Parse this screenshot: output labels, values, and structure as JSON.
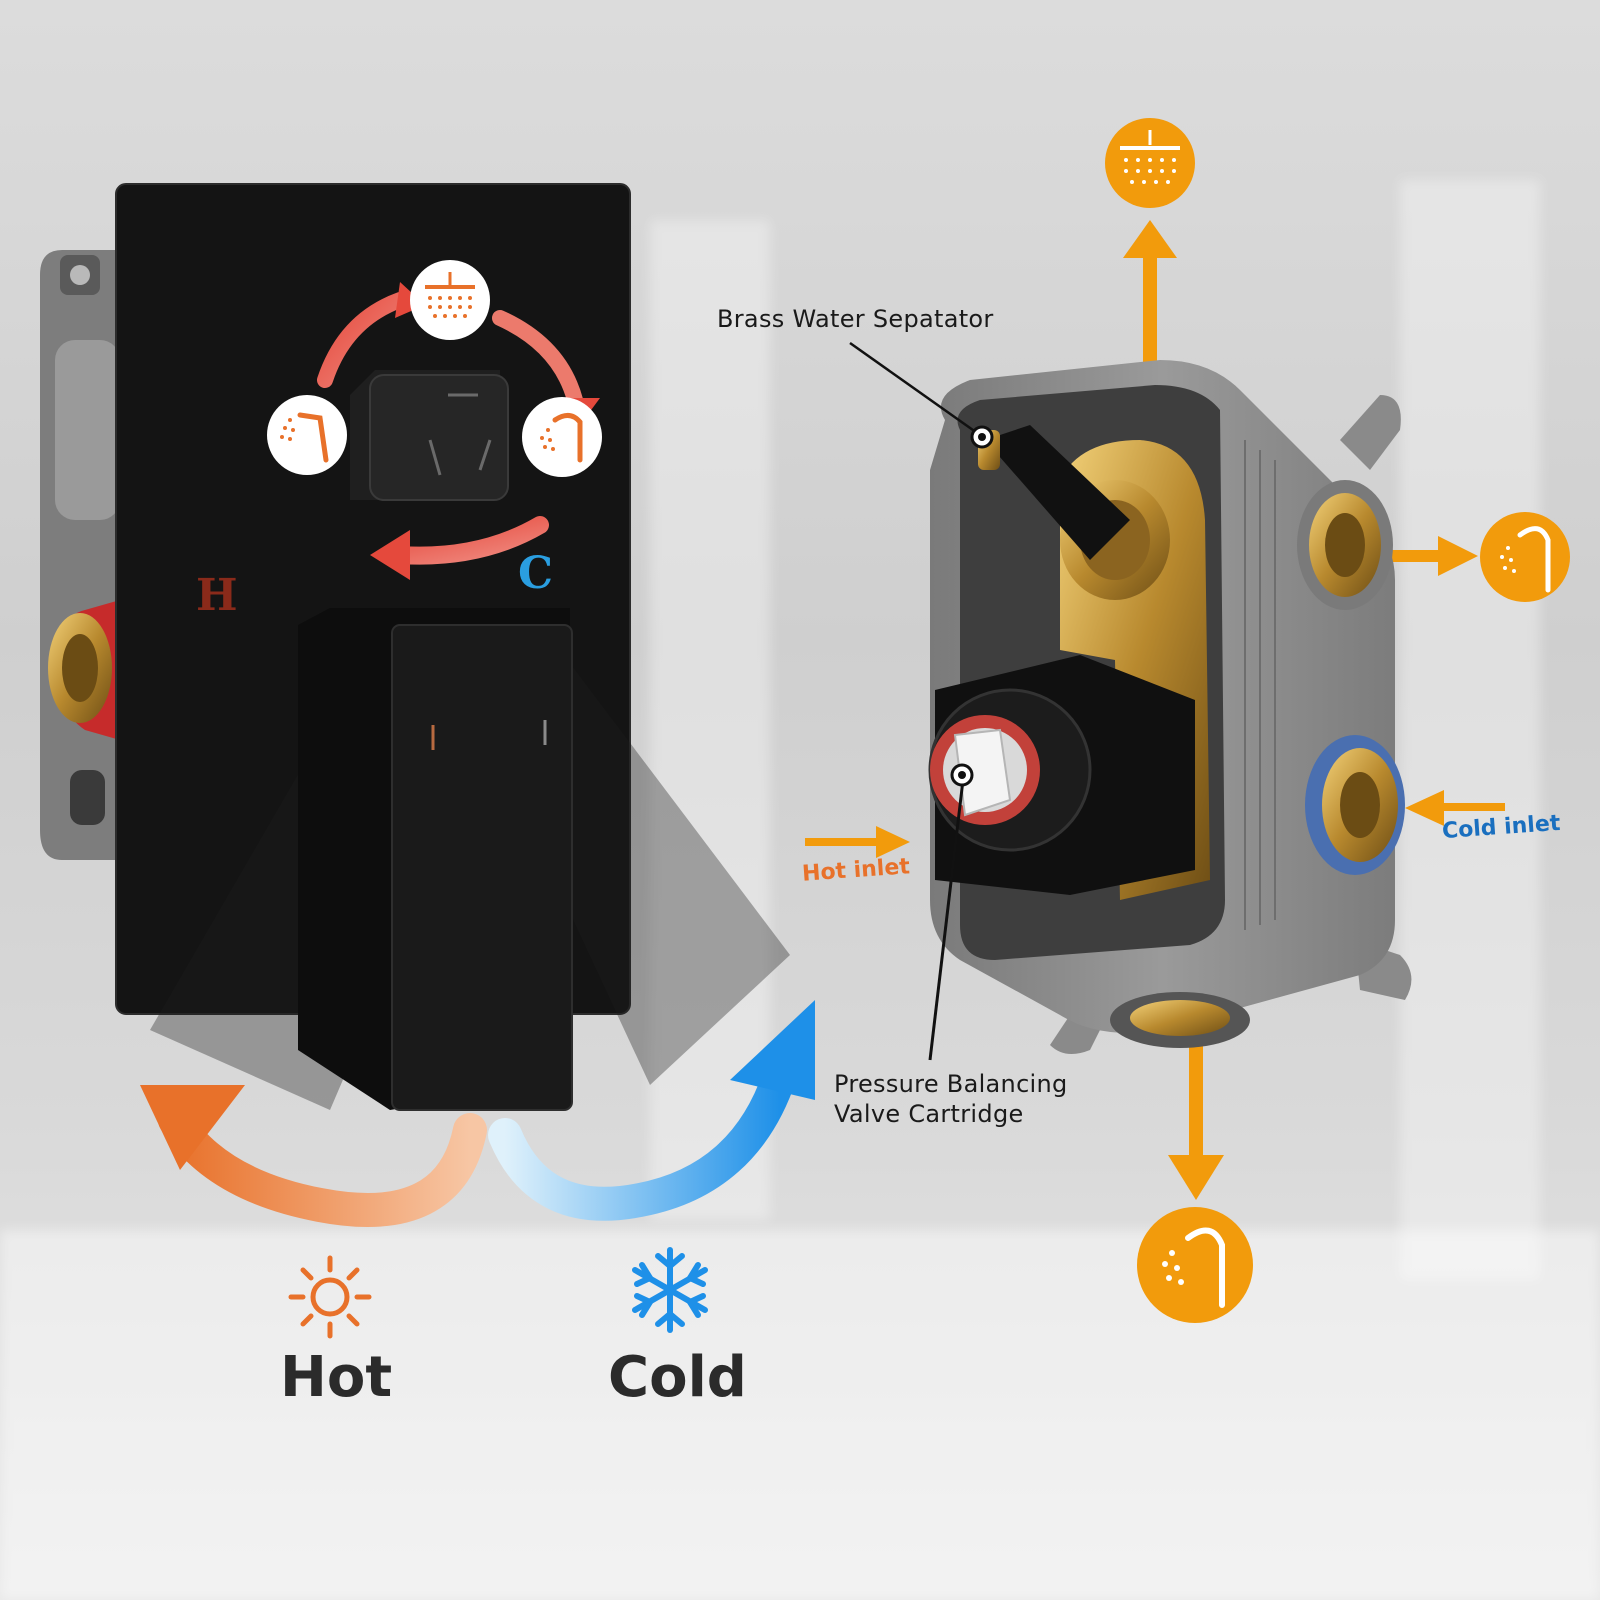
{
  "colors": {
    "hot": "#e8712a",
    "cold": "#1e90e8",
    "rotation_arrow": "#e5493c",
    "flow_arrow": "#f29b0c",
    "icon_circle": "#f29b0c",
    "plate": "#141414",
    "hot_inlet_text": "#e8712a",
    "cold_inlet_text": "#1a6fbf",
    "h_letter": "#8a2a1a",
    "c_letter": "#2a9ee0"
  },
  "trim_plate": {
    "h_letter": "H",
    "c_letter": "C",
    "function_icons": [
      "rain-shower-icon",
      "handheld-shower-icon",
      "spray-head-icon"
    ]
  },
  "temperature": {
    "hot_label": "Hot",
    "cold_label": "Cold",
    "hot_icon": "sun-icon",
    "cold_icon": "snowflake-icon"
  },
  "valve_body": {
    "callouts": {
      "separator": "Brass Water Sepatator",
      "cartridge_line1": "Pressure Balancing",
      "cartridge_line2": "Valve Cartridge"
    },
    "hot_inlet": "Hot inlet",
    "cold_inlet": "Cold inlet",
    "outlet_icons": [
      "rain-shower-icon",
      "spray-head-icon",
      "spray-head-icon"
    ]
  }
}
